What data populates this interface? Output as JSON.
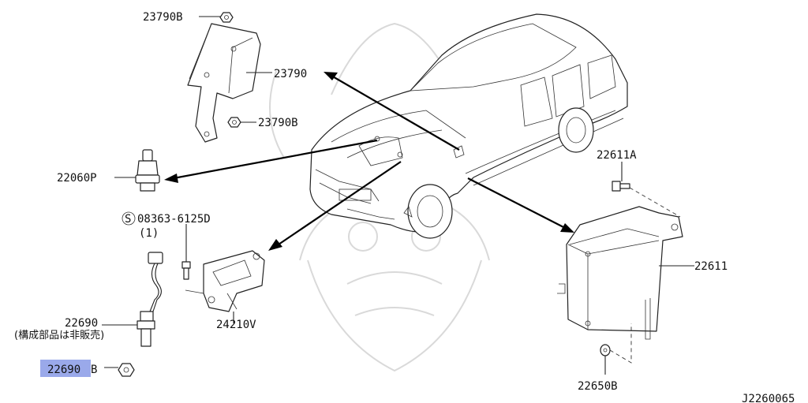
{
  "diagram_code": "J2260065",
  "parts": {
    "p23790b_top": "23790B",
    "p23790": "23790",
    "p23790b_bottom": "23790B",
    "p22060p": "22060P",
    "p08363": "08363-6125D",
    "p08363_circle": "S",
    "p08363_qty": "(1)",
    "p22690": "22690",
    "p22690_note": "(構成部品は非販売)",
    "p22690b_highlight": "22690",
    "p22690b_suffix": "B",
    "p24210v": "24210V",
    "p22611a": "22611A",
    "p22611": "22611",
    "p22650b": "22650B"
  },
  "highlight_color": "#9aa9ea"
}
